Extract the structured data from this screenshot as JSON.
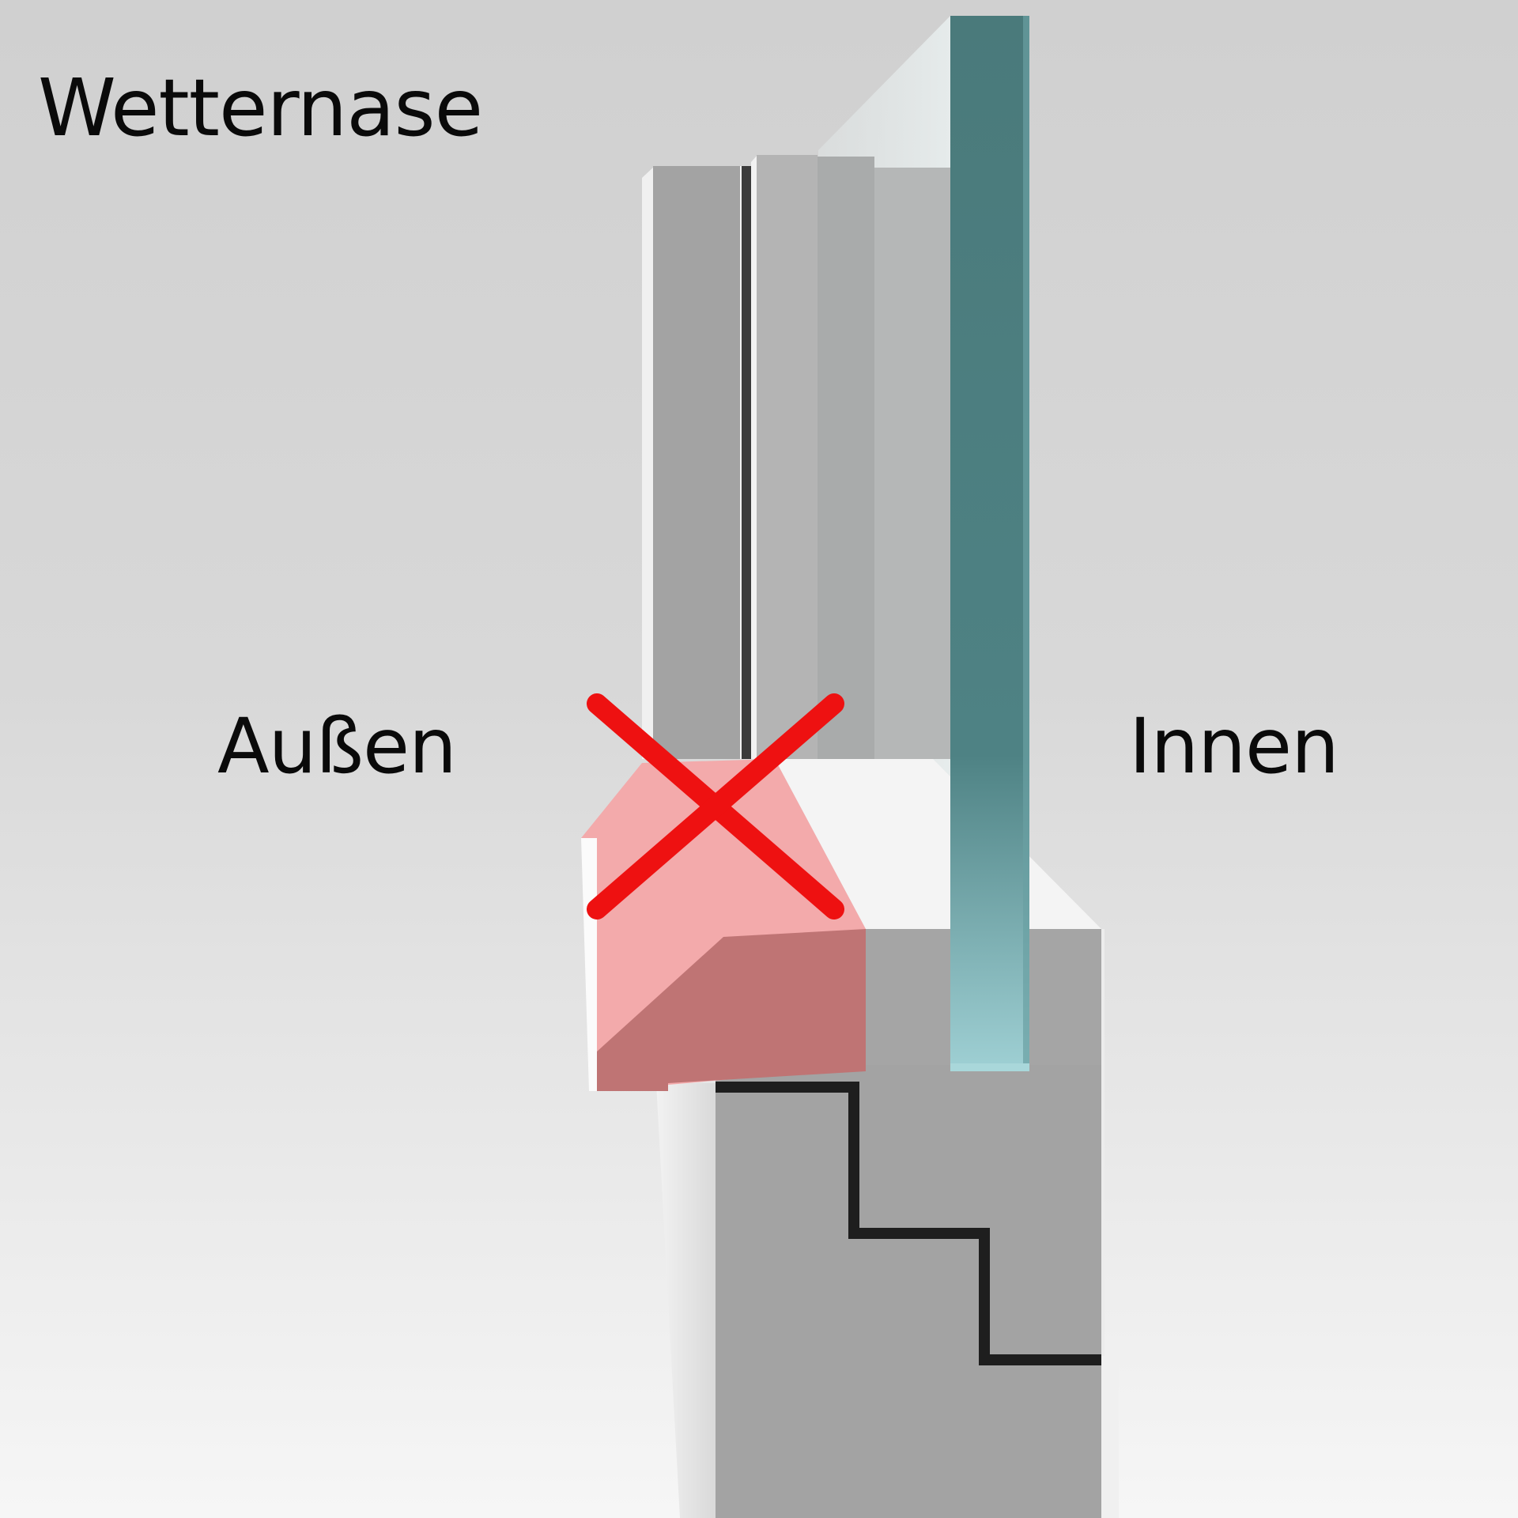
{
  "diagram": {
    "title": "Wetternase",
    "labels": {
      "outside": "Außen",
      "inside": "Innen"
    },
    "subject": "window-frame-sill-cross-section",
    "highlighted_part": {
      "name": "weather-drip-nose",
      "status": "crossed-out",
      "marker": "red-x"
    },
    "colors": {
      "background_top": "#d2d2d2",
      "background_bottom": "#f4f4f4",
      "frame_gray": "#a4a4a4",
      "frame_light": "#c8c8c8",
      "glass_teal": "#4a7a7c",
      "glass_light": "#8fc3c7",
      "highlight_top": "#f2a9ab",
      "highlight_side": "#bf7676",
      "cross_red": "#ee1111"
    }
  }
}
